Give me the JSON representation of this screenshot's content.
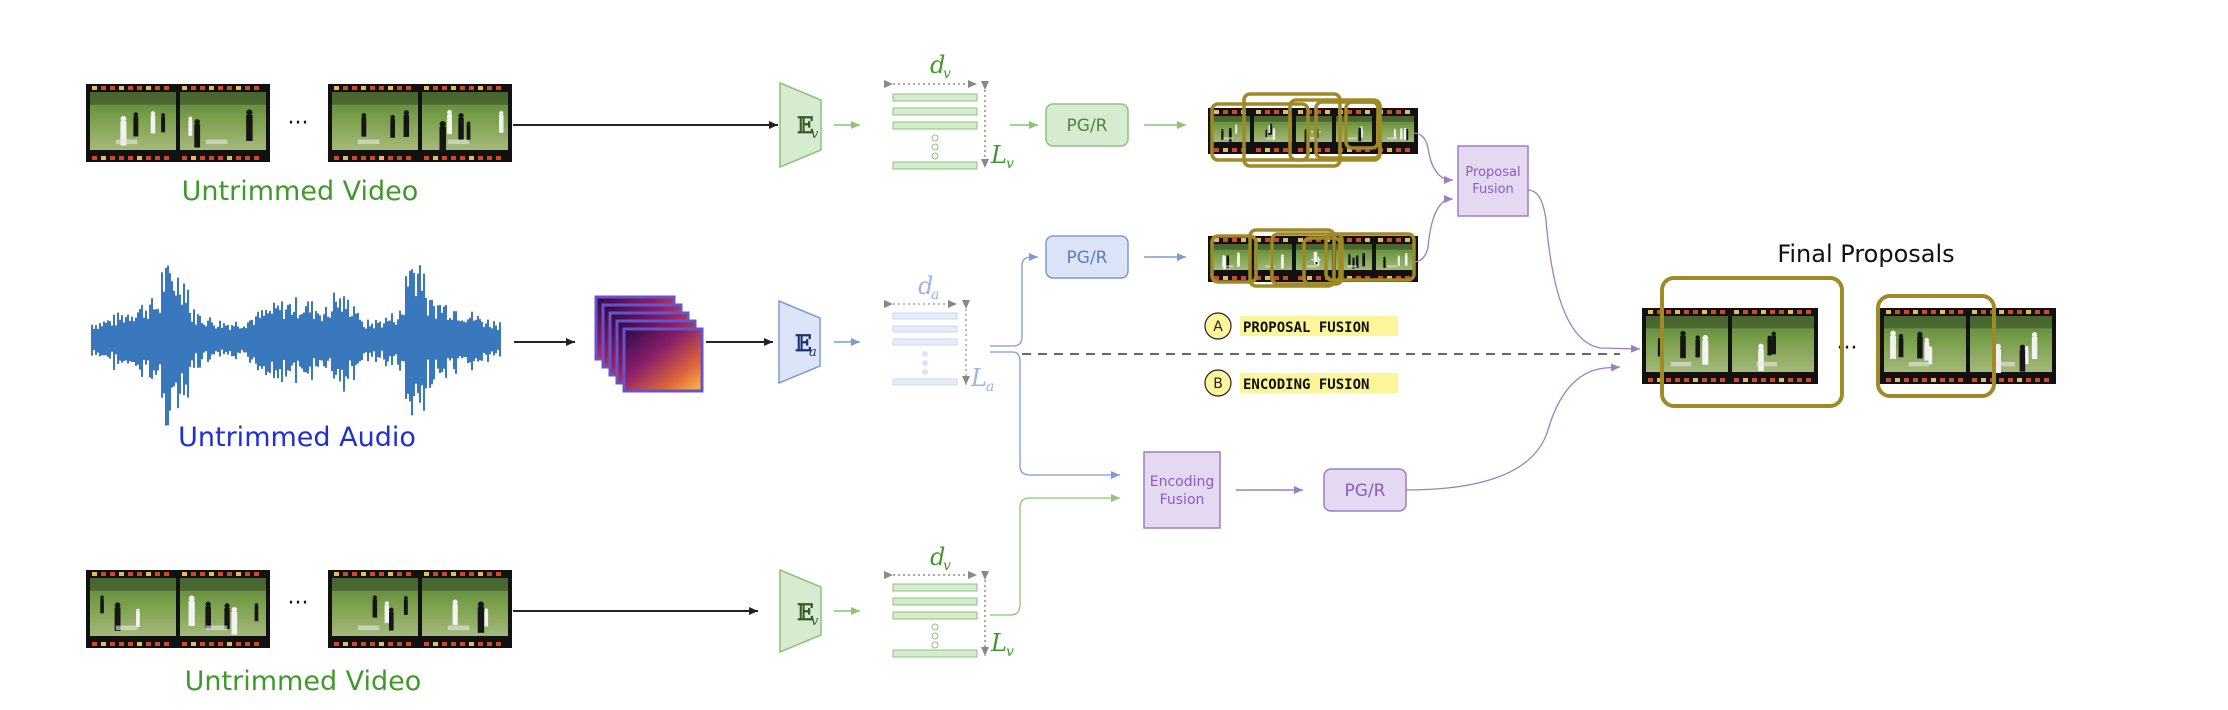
{
  "labels": {
    "video_top": "Untrimmed Video",
    "audio": "Untrimmed Audio",
    "video_bottom": "Untrimmed Video",
    "final": "Final Proposals"
  },
  "ellipsis": "···",
  "encoders": {
    "video": "𝔼",
    "video_sub": "v",
    "audio": "𝔼",
    "audio_sub": "a"
  },
  "features": {
    "video_d": "d",
    "video_d_sub": "v",
    "video_L": "L",
    "video_L_sub": "v",
    "audio_d": "d",
    "audio_d_sub": "a",
    "audio_L": "L",
    "audio_L_sub": "a"
  },
  "modules": {
    "pgr": "PG/R",
    "proposal_fusion_line1": "Proposal",
    "proposal_fusion_line2": "Fusion",
    "encoding_fusion_line1": "Encoding",
    "encoding_fusion_line2": "Fusion"
  },
  "fusion_options": {
    "a_letter": "A",
    "a_label": "PROPOSAL FUSION",
    "b_letter": "B",
    "b_label": "ENCODING FUSION"
  },
  "colors": {
    "video": "#7fbf6a",
    "video_fill": "#d6ebcf",
    "audio": "#6a8fd0",
    "audio_fill": "#dbe5f7",
    "fusion": "#9b7fc4",
    "fusion_fill": "#e4d9f0",
    "proposal_box": "#a08a26",
    "label_video": "#3f9a2a",
    "label_audio": "#1e2fd6",
    "highlight": "#fdf59a",
    "waveform": "#3a78bd"
  }
}
